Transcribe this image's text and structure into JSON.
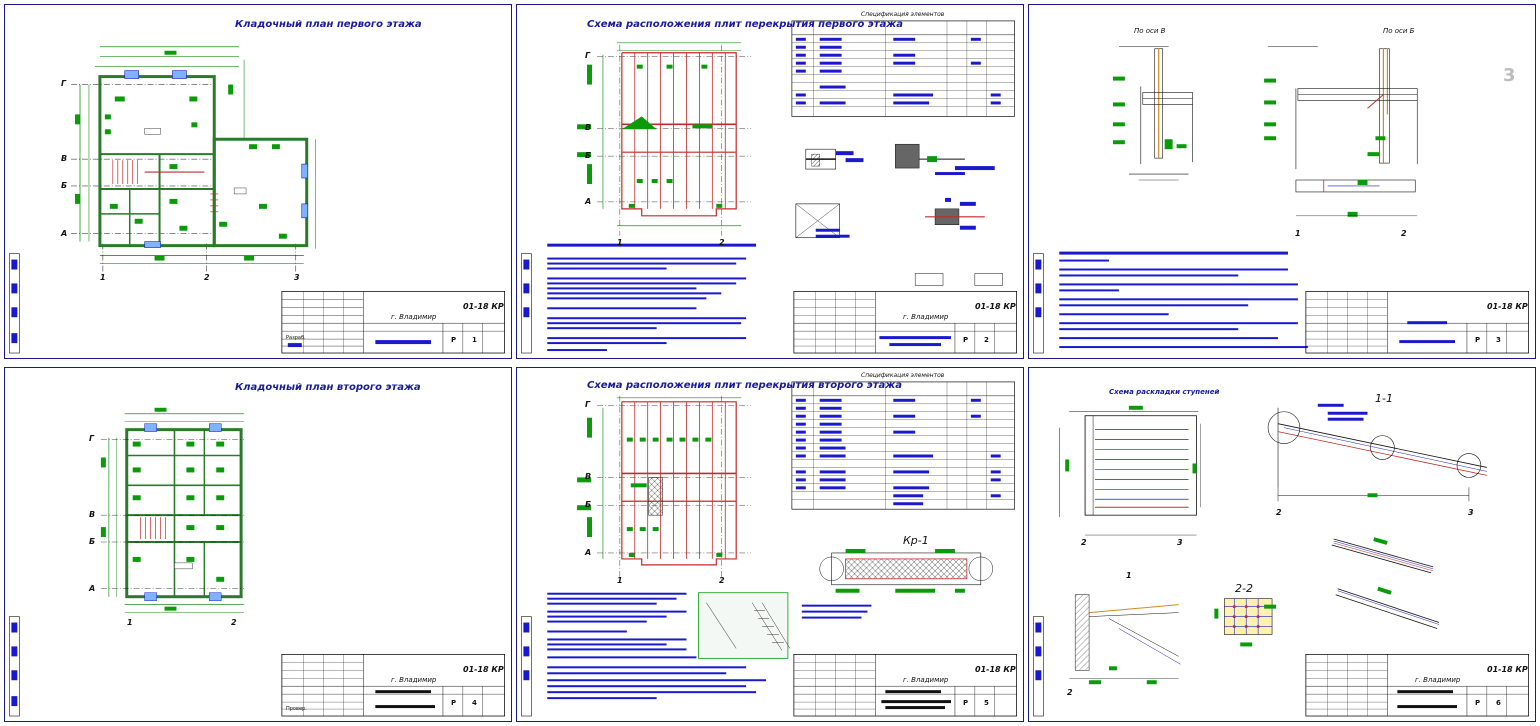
{
  "sheets": [
    {
      "id": 1,
      "title": "Кладочный план первого этажа",
      "code": "01-18 КР",
      "city": "г. Владимир",
      "stage": "Р",
      "sheet_no": "1"
    },
    {
      "id": 2,
      "title": "Схема расположения плит перекрытия первого этажа",
      "code": "01-18 КР",
      "city": "г. Владимир",
      "stage": "Р",
      "sheet_no": "2"
    },
    {
      "id": 3,
      "title": "",
      "code": "01-18 КР",
      "city": "",
      "stage": "Р",
      "sheet_no": "3",
      "corner_number": "3"
    },
    {
      "id": 4,
      "title": "Кладочный план второго этажа",
      "code": "01-18 КР",
      "city": "г. Владимир",
      "stage": "Р",
      "sheet_no": "4"
    },
    {
      "id": 5,
      "title": "Схема расположения плит перекрытия второго этажа",
      "code": "01-18 КР",
      "city": "г. Владимир",
      "stage": "Р",
      "sheet_no": "5"
    },
    {
      "id": 6,
      "title": "",
      "code": "01-18 КР",
      "city": "г. Владимир",
      "stage": "Р",
      "sheet_no": "6"
    }
  ],
  "labels": {
    "spec_header": "Спецификация элементов",
    "node_a": "По оси В",
    "node_b": "По оси Б",
    "section_11": "1-1",
    "section_22": "2-2",
    "kp1": "Кр-1",
    "stair_scheme": "Схема раскладки ступеней",
    "axes_sheet1_bottom": [
      "1",
      "2",
      "3"
    ],
    "axes_sheet1_left": [
      "Г",
      "В",
      "Б",
      "А"
    ],
    "axes_sheet2_bottom": [
      "1",
      "2"
    ],
    "axes_sheet2_left": [
      "Г",
      "В",
      "Б",
      "А"
    ],
    "axes_sheet3_bottom": [
      "1",
      "2"
    ],
    "axes_sheet6_bottom": [
      "2",
      "3"
    ],
    "axes_sheet6_circle": "1",
    "role_developer": "Разраб.",
    "role_check": "Провер."
  },
  "colors": {
    "frame": "#1a1a8c",
    "wall": "#2a7a2a",
    "dim": "#1f8f1f",
    "slab": "#c42a2a",
    "fill_green": "#0a9a0a",
    "hatch_blue": "#1a1acc",
    "beam_orange": "#d08a20"
  }
}
